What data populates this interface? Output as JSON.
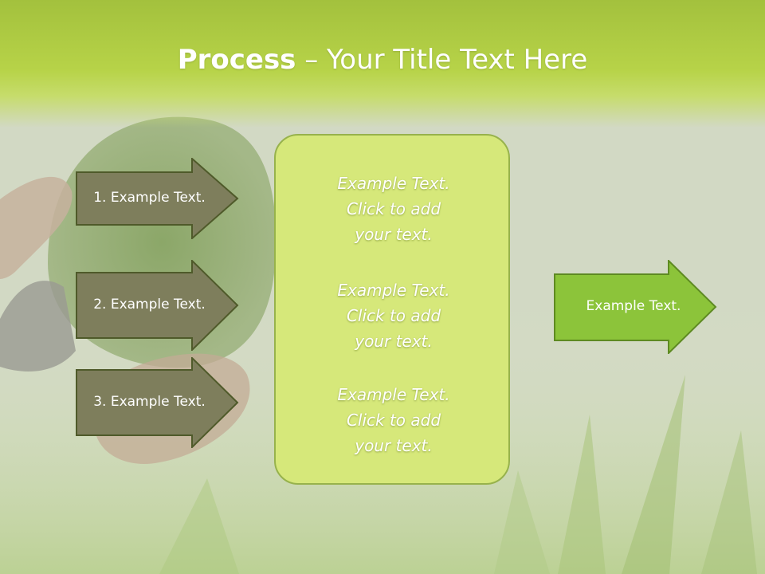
{
  "title": {
    "bold": "Process",
    "rest": " – Your Title Text Here"
  },
  "left_arrows": [
    {
      "label": "1. Example Text."
    },
    {
      "label": "2. Example Text."
    },
    {
      "label": "3. Example Text."
    }
  ],
  "center_panel": {
    "blocks": [
      {
        "line1": "Example Text.",
        "line2": "Click  to add",
        "line3": "your text."
      },
      {
        "line1": "Example Text.",
        "line2": "Click  to add",
        "line3": "your text."
      },
      {
        "line1": "Example Text.",
        "line2": "Click  to add",
        "line3": "your text."
      }
    ]
  },
  "right_arrow": {
    "label": "Example Text."
  },
  "colors": {
    "title_band": "#a3c13d",
    "left_arrow_fill": "#7e7e5c",
    "panel_fill": "#d6e87a",
    "right_arrow_fill": "#8cc43a"
  }
}
